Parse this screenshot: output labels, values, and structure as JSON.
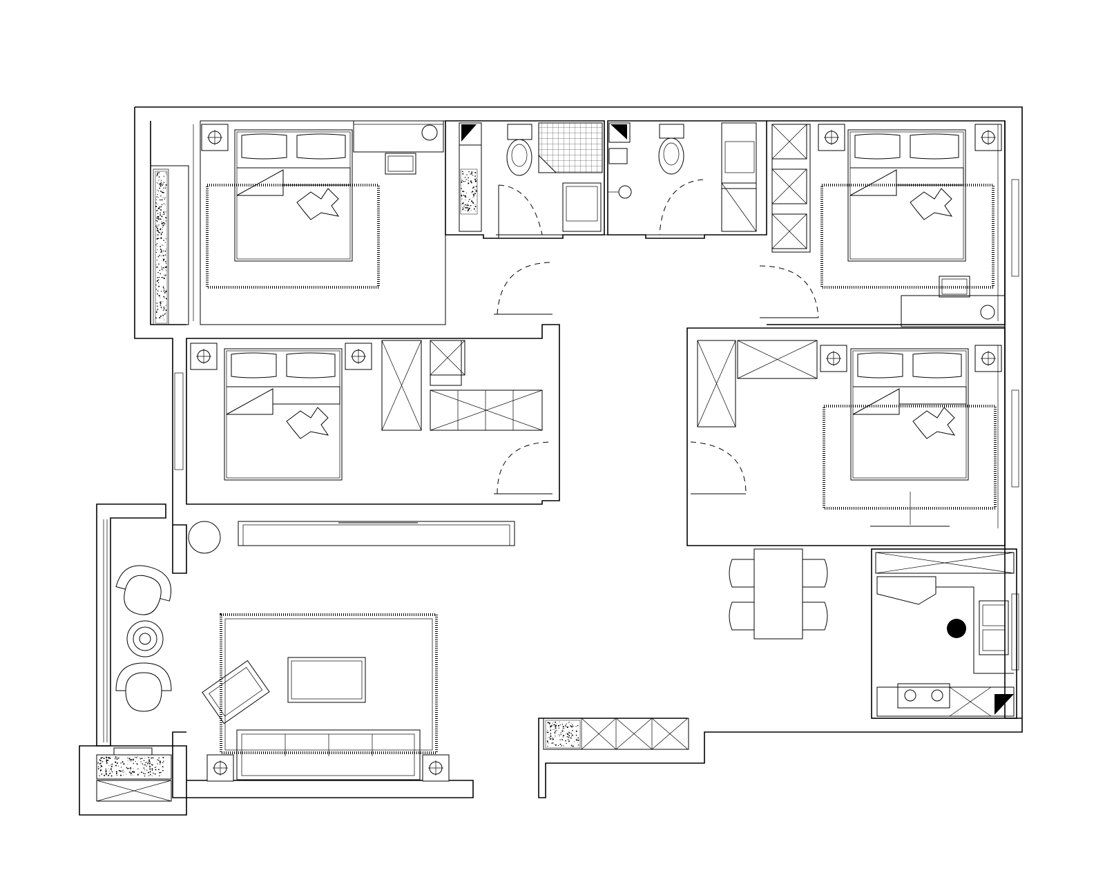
{
  "plan": {
    "rooms": [
      {
        "id": "bedroom-nw",
        "type": "bedroom"
      },
      {
        "id": "bedroom-w",
        "type": "bedroom"
      },
      {
        "id": "bedroom-ne",
        "type": "bedroom"
      },
      {
        "id": "bedroom-e",
        "type": "bedroom"
      },
      {
        "id": "bathroom-left",
        "type": "bathroom"
      },
      {
        "id": "bathroom-right",
        "type": "bathroom"
      },
      {
        "id": "living-room",
        "type": "living"
      },
      {
        "id": "dining-area",
        "type": "dining"
      },
      {
        "id": "kitchen",
        "type": "kitchen"
      },
      {
        "id": "balcony",
        "type": "balcony"
      }
    ],
    "colors": {
      "line": "#000000",
      "background": "#ffffff"
    }
  }
}
